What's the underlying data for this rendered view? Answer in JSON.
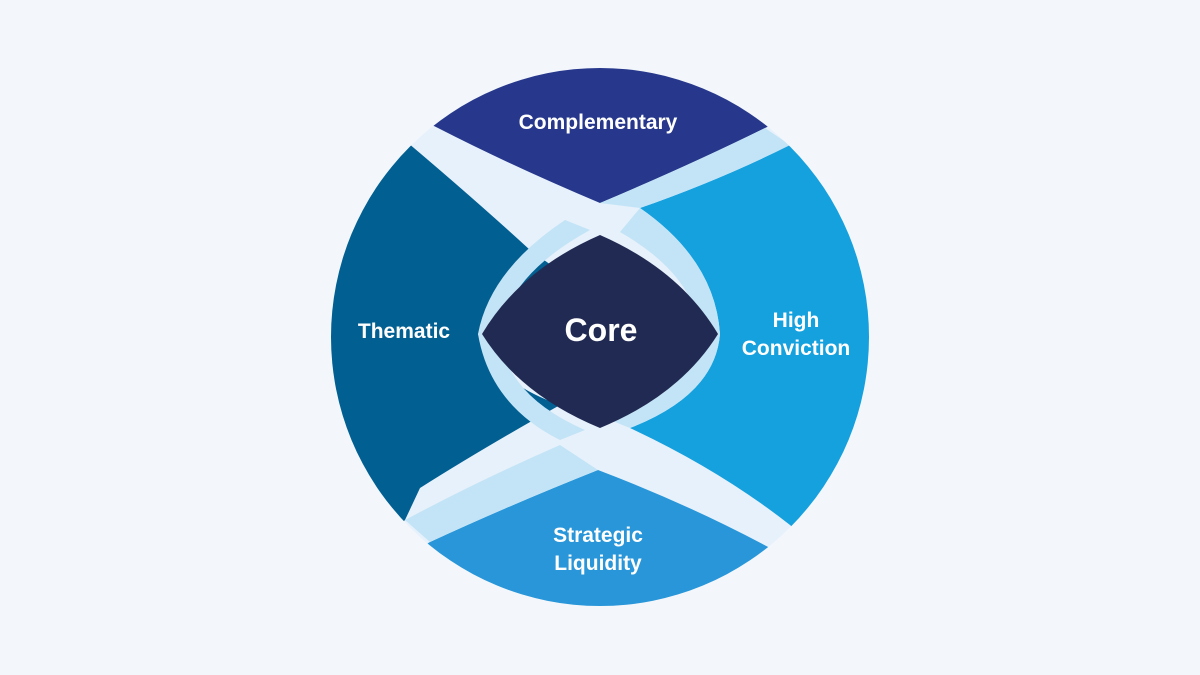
{
  "diagram": {
    "segments": {
      "complementary": {
        "label": "Complementary",
        "color": "#27388c"
      },
      "thematic": {
        "label": "Thematic",
        "color": "#015f92"
      },
      "high_conviction": {
        "lines": [
          "High",
          "Conviction"
        ],
        "color": "#15a0de"
      },
      "strategic_liquidity": {
        "lines": [
          "Strategic",
          "Liquidity"
        ],
        "color": "#2896d8"
      },
      "core": {
        "label": "Core",
        "color": "#212a52"
      }
    },
    "ribbon_colors": {
      "light": "#e7f1fb",
      "mid": "#c3e4f6"
    },
    "background_color": "#f3f7fb"
  }
}
